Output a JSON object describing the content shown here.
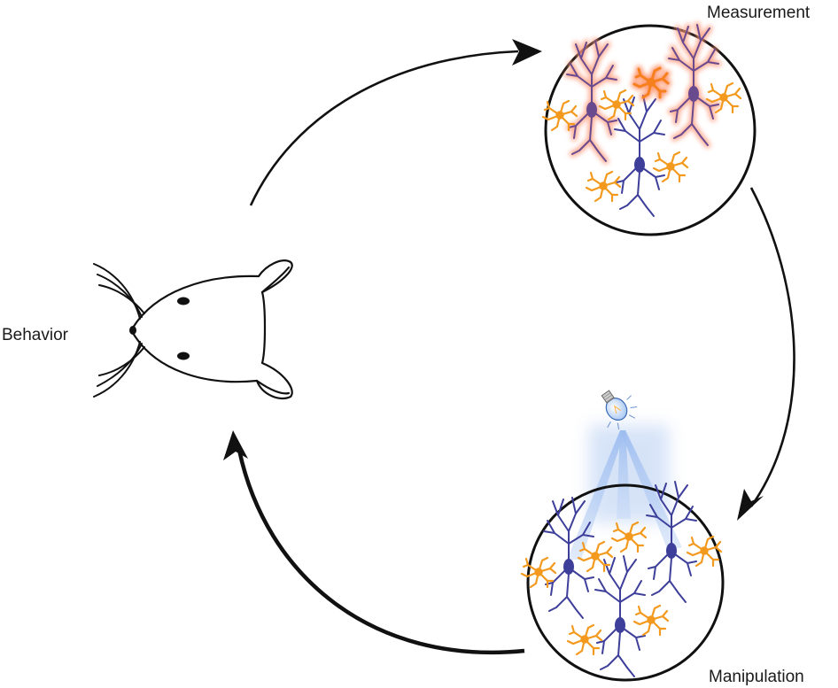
{
  "labels": {
    "measurement": "Measurement",
    "behavior": "Behavior",
    "manipulation": "Manipulation"
  },
  "colors": {
    "neuron": "#3d3f9a",
    "astrocyte": "#f39a1e",
    "active_glow": "#ff9a7a",
    "light": "#8fb4ea",
    "arrow": "#000000"
  },
  "icons": [
    "mouse-head-icon",
    "light-bulb-icon",
    "neuron-icon",
    "astrocyte-icon",
    "arrow-icon"
  ]
}
